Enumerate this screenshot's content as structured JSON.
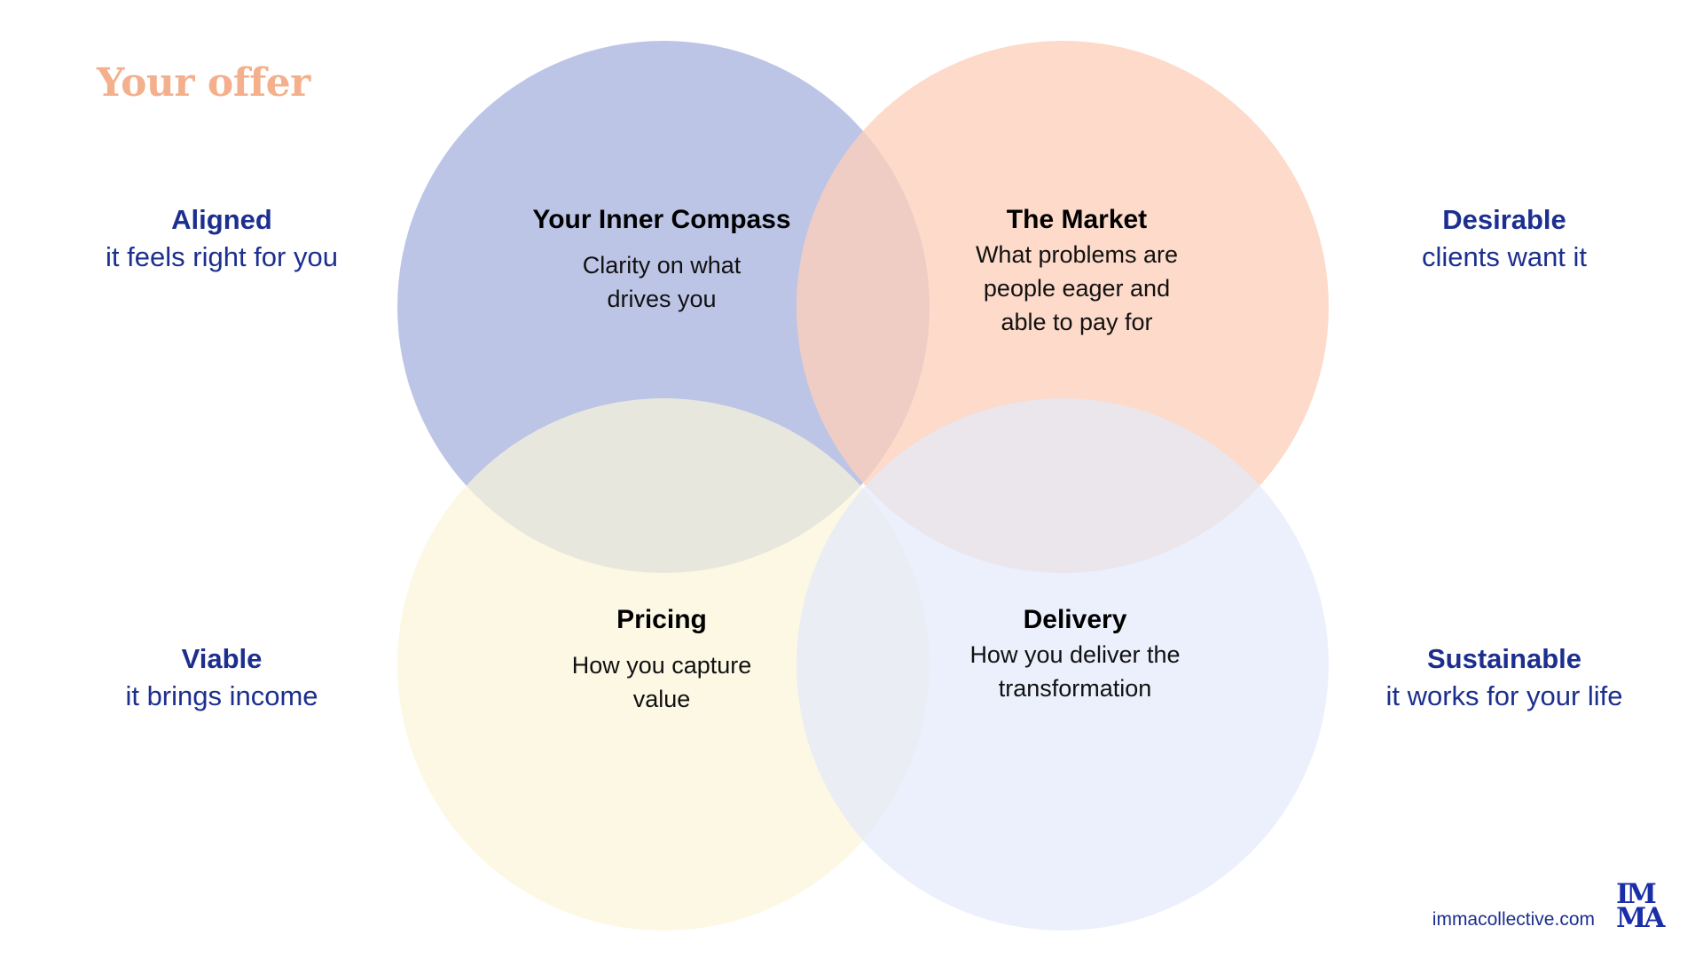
{
  "title": "Your offer",
  "criteria": [
    {
      "head": "Aligned",
      "sub": "it feels right for you"
    },
    {
      "head": "Desirable",
      "sub": "clients want it"
    },
    {
      "head": "Viable",
      "sub": "it brings income"
    },
    {
      "head": "Sustainable",
      "sub": "it works for your life"
    }
  ],
  "circles": [
    {
      "head": "Your Inner Compass",
      "body_lines": [
        "Clarity on what",
        "drives you"
      ],
      "color": "#aeb8e2"
    },
    {
      "head": "The Market",
      "body_lines": [
        "What problems are",
        "people eager and",
        "able to pay for"
      ],
      "color": "#fdd3c0"
    },
    {
      "head": "Pricing",
      "body_lines": [
        "How you capture",
        "value"
      ],
      "color": "#fbf6dd"
    },
    {
      "head": "Delivery",
      "body_lines": [
        "How you deliver the",
        "transformation"
      ],
      "color": "#e6ecfb"
    }
  ],
  "footer": {
    "url": "immacollective.com",
    "logo_lines": [
      "IM",
      "MA"
    ]
  },
  "colors": {
    "title": "#f4b08c",
    "criteria_text": "#1c2f8f",
    "logo": "#1a2ea8"
  }
}
